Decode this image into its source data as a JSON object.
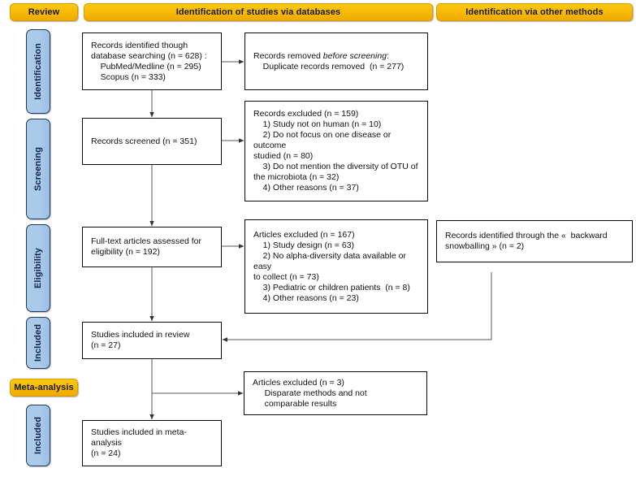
{
  "headers": [
    {
      "id": "review",
      "label": "Review"
    },
    {
      "id": "databases",
      "label": "Identification of studies via databases"
    },
    {
      "id": "other-methods",
      "label": "Identification via other methods"
    },
    {
      "id": "meta-analysis",
      "label": "Meta-analysis"
    }
  ],
  "phases": [
    {
      "id": "identification",
      "label": "Identification"
    },
    {
      "id": "screening",
      "label": "Screening"
    },
    {
      "id": "eligibility",
      "label": "Eligibility"
    },
    {
      "id": "included",
      "label": "Included"
    },
    {
      "id": "included2",
      "label": "Included"
    }
  ],
  "boxes": {
    "records_identified": {
      "line1": "Records identified though",
      "line2": "database searching (n = 628) :",
      "line3": "    PubMed/Medline (n = 295)",
      "line4": "    Scopus (n = 333)"
    },
    "records_removed": {
      "lead": "Records removed ",
      "italic": "before screening",
      "tail": ":",
      "line2": "    Duplicate records removed  (n = 277)"
    },
    "records_screened": {
      "line1": "Records screened (n = 351)"
    },
    "records_excluded": {
      "line1": "Records excluded (n = 159)",
      "line2": "    1) Study not on human (n = 10)",
      "line3": "    2) Do not focus on one disease or outcome",
      "line4": "studied (n = 80)",
      "line5": "    3) Do not mention the diversity of OTU of",
      "line6": "the microbiota (n = 32)",
      "line7": "    4) Other reasons (n = 37)"
    },
    "fulltext_assessed": {
      "line1": "Full-text articles assessed for",
      "line2": "eligibility (n = 192)"
    },
    "articles_excluded": {
      "line1": "Articles excluded (n = 167)",
      "line2": "    1) Study design (n = 63)",
      "line3": "    2) No alpha-diversity data available or easy",
      "line4": "to collect (n = 73)",
      "line5": "    3) Pediatric or children patients  (n = 8)",
      "line6": "    4) Other reasons (n = 23)"
    },
    "snowballing": {
      "line1": "Records identified through the «  backward",
      "line2": "snowballing » (n = 2)"
    },
    "included_review": {
      "line1": "Studies included in review",
      "line2": "(n = 27)"
    },
    "articles_excluded_meta": {
      "line1": "Articles excluded (n = 3)",
      "line2": "     Disparate methods and not",
      "line3": "     comparable results"
    },
    "included_meta": {
      "line1": "Studies included in meta-analysis",
      "line2": "(n = 24)"
    }
  },
  "colors": {
    "header_orange": "#f7bc06",
    "header_border": "#d79b00",
    "phase_blue": "#a9c9e9",
    "phase_border": "#1f3864",
    "box_border": "#0a0a0a",
    "connector": "#555555",
    "background": "#ffffff"
  },
  "connectors": [
    {
      "id": "identified-to-removed",
      "kind": "arrow-right"
    },
    {
      "id": "identified-to-screened",
      "kind": "arrow-down"
    },
    {
      "id": "screened-to-excluded",
      "kind": "arrow-right"
    },
    {
      "id": "screened-to-fulltext",
      "kind": "arrow-down"
    },
    {
      "id": "fulltext-to-excluded",
      "kind": "arrow-right"
    },
    {
      "id": "fulltext-to-included",
      "kind": "arrow-down"
    },
    {
      "id": "snowballing-to-included",
      "kind": "elbow-left-arrow"
    },
    {
      "id": "included-to-excluded-meta",
      "kind": "elbow-right-arrow"
    },
    {
      "id": "included-to-meta",
      "kind": "arrow-down"
    }
  ]
}
